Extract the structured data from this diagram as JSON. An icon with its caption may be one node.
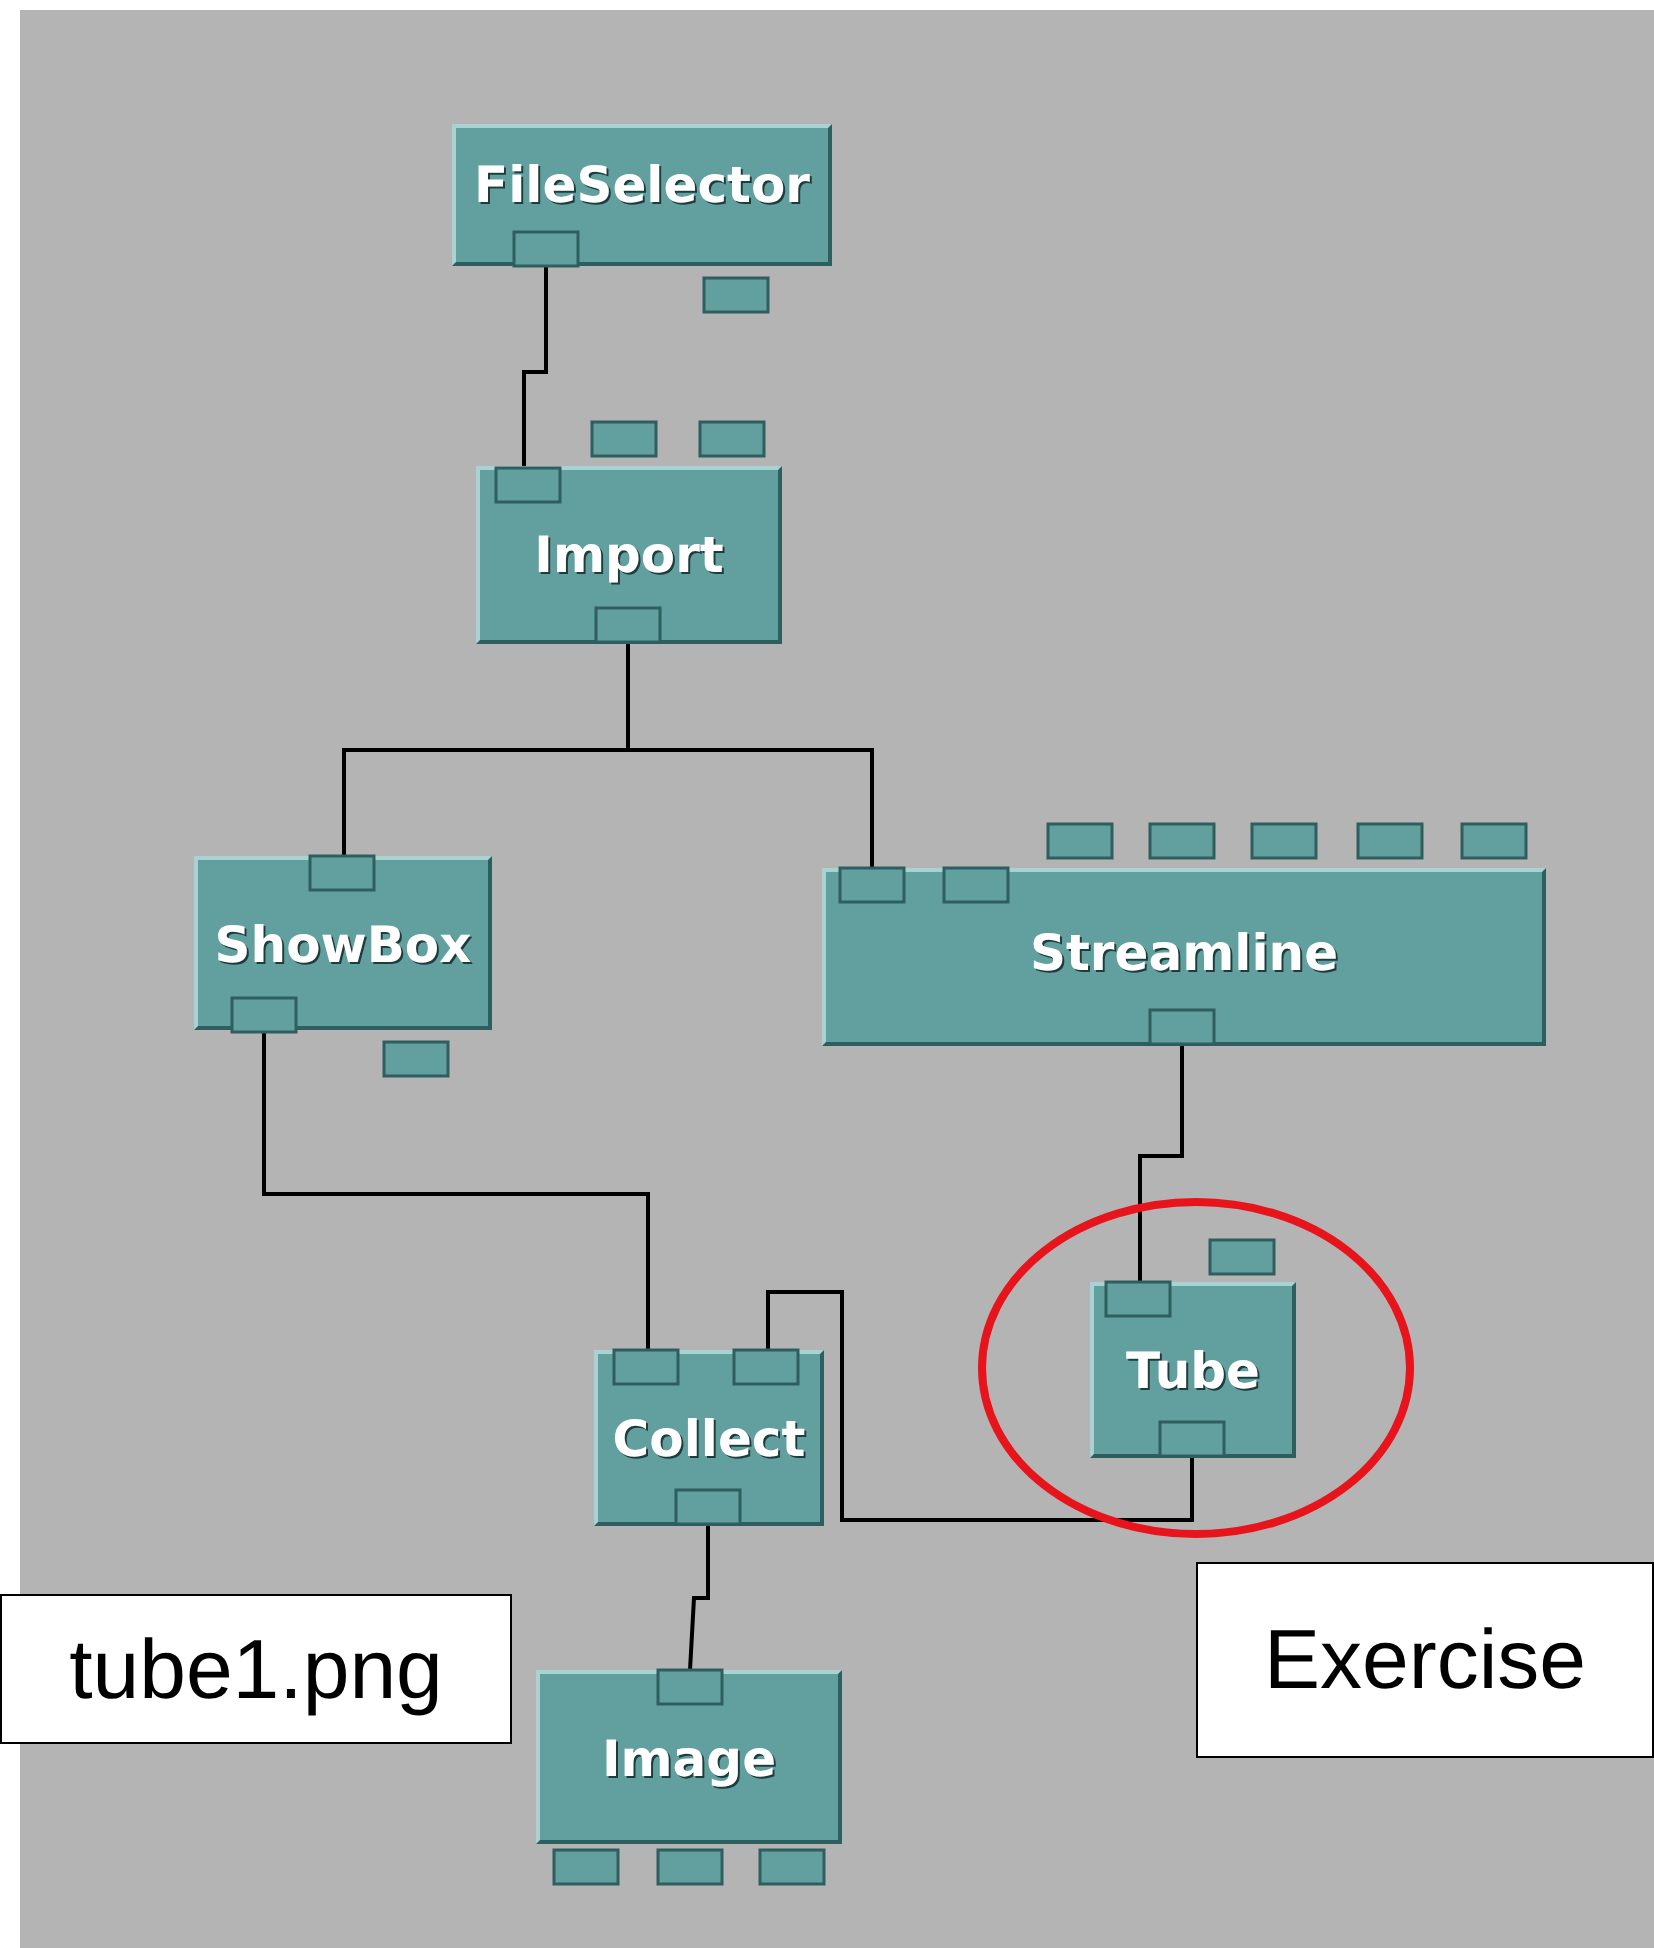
{
  "diagram": {
    "nodes": [
      {
        "text": [
          "FileSelector"
        ]
      },
      {
        "text": [
          "Import"
        ]
      },
      {
        "text": [
          "ShowBox"
        ]
      },
      {
        "text": [
          "Streamline"
        ]
      },
      {
        "text": [
          "Tube"
        ]
      },
      {
        "text": [
          "Collect"
        ]
      },
      {
        "text": [
          "Image"
        ]
      },
      {
        "text": [
          "tube1.png"
        ]
      },
      {
        "text": [
          "Exercise"
        ]
      }
    ],
    "edges": [
      {
        "from": 0,
        "to": 1,
        "arrow": "none"
      },
      {
        "from": 1,
        "to": 2,
        "arrow": "none"
      },
      {
        "from": 1,
        "to": 3,
        "arrow": "none"
      },
      {
        "from": 3,
        "to": 4,
        "arrow": "none"
      },
      {
        "from": 2,
        "to": 5,
        "arrow": "none"
      },
      {
        "from": 4,
        "to": 5,
        "arrow": "none"
      },
      {
        "from": 5,
        "to": 6,
        "arrow": "none"
      }
    ]
  }
}
